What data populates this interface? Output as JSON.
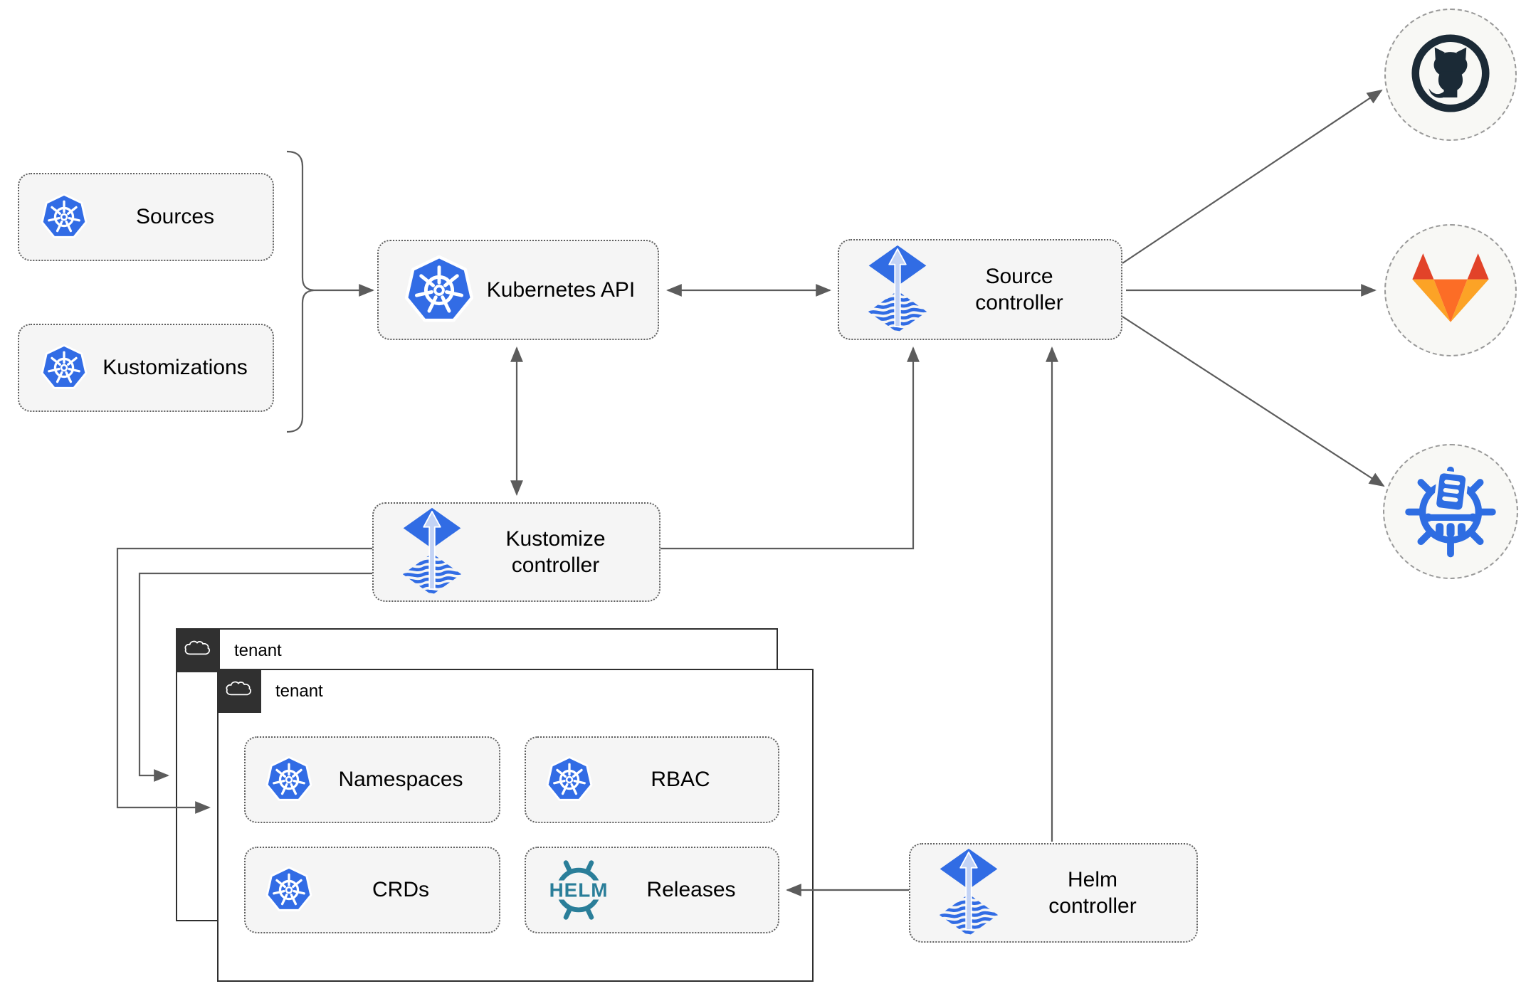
{
  "nodes": {
    "sources": {
      "label": "Sources"
    },
    "kustomizations": {
      "label": "Kustomizations"
    },
    "kubernetes_api": {
      "label": "Kubernetes API"
    },
    "source_controller": {
      "label": "Source\ncontroller"
    },
    "kustomize_controller": {
      "label": "Kustomize\ncontroller"
    },
    "helm_controller": {
      "label": "Helm\ncontroller"
    },
    "namespaces": {
      "label": "Namespaces"
    },
    "rbac": {
      "label": "RBAC"
    },
    "crds": {
      "label": "CRDs"
    },
    "releases": {
      "label": "Releases"
    }
  },
  "tenants": {
    "back": {
      "label": "tenant"
    },
    "front": {
      "label": "tenant"
    }
  },
  "icons": {
    "kubernetes": "kubernetes-wheel-icon",
    "flux": "flux-arrow-diamond-icon",
    "helm_wheel": "helm-wheel-icon",
    "helm_wheel_text": "HELM",
    "cloud": "cloud-icon",
    "github": "github-octocat-icon",
    "gitlab": "gitlab-tanuki-icon",
    "chartmuseum": "helm-chart-repository-icon"
  },
  "colors": {
    "kubernetes_blue": "#326ce5",
    "flux_blue": "#316ce4",
    "flux_arrow_light": "#c3d3f5",
    "helm_teal": "#2a7e99",
    "chartmuseum_blue": "#2e6de2",
    "github_dark": "#1b2a36",
    "gitlab_red": "#e24329",
    "gitlab_orange": "#fc6d26",
    "gitlab_yellow": "#fca326",
    "node_fill": "#f5f5f5",
    "endpoint_fill": "#f8f8f5",
    "tenant_header_dark": "#303030",
    "line_gray": "#5c5c5c"
  }
}
